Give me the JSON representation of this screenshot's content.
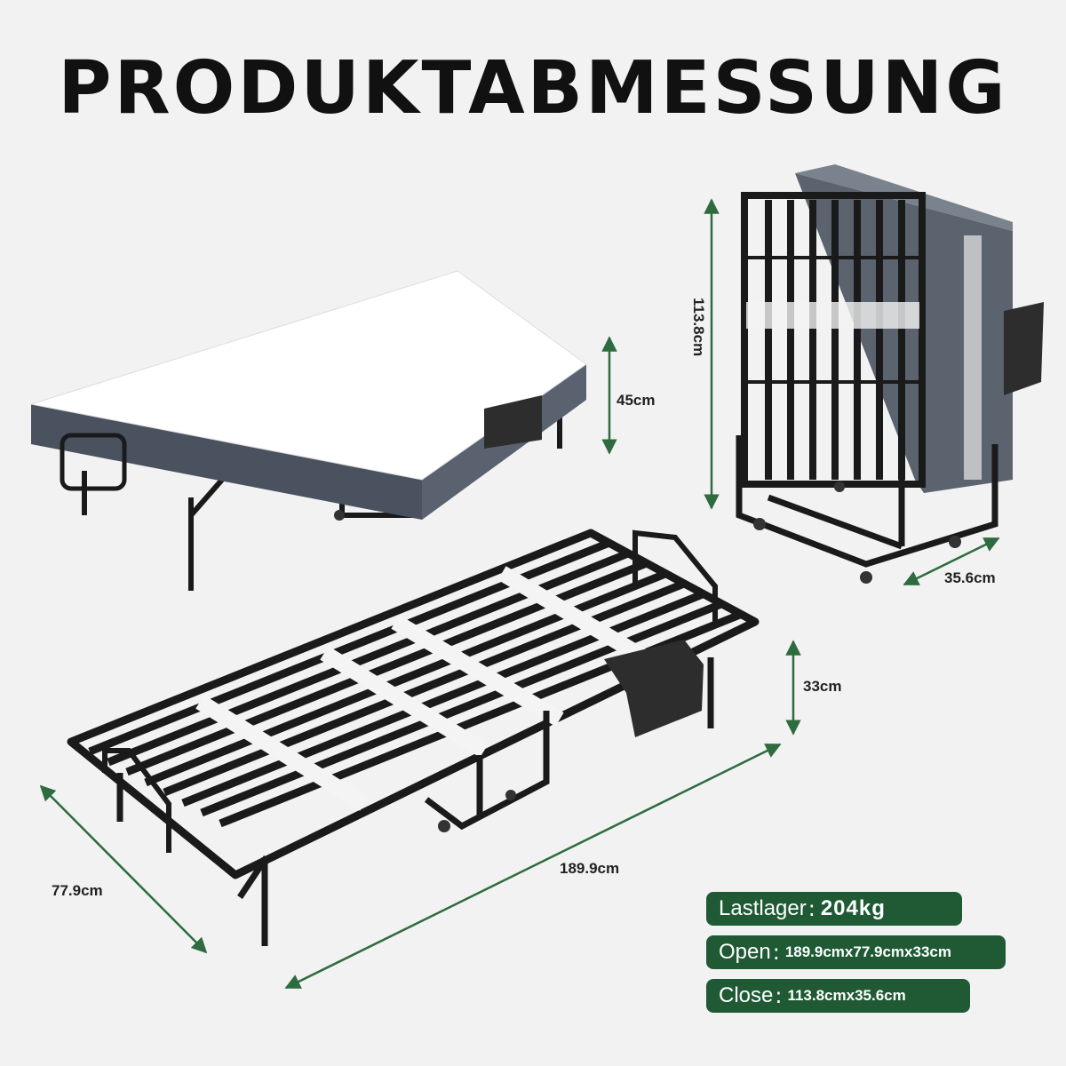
{
  "title": "PRODUKTABMESSUNG",
  "dimensions": {
    "mattress_height": "45cm",
    "folded_height": "113.8cm",
    "folded_depth": "35.6cm",
    "frame_height": "33cm",
    "frame_length": "189.9cm",
    "frame_width": "77.9cm"
  },
  "specs": {
    "load_label": "Lastlager",
    "load_value": "204kg",
    "open_label": "Open",
    "open_value": "189.9cmx77.9cmx33cm",
    "close_label": "Close",
    "close_value": "113.8cmx35.6cm",
    "separator": ":"
  },
  "colors": {
    "accent_green": "#1f5a35",
    "arrow_green": "#2e6b3f",
    "frame_black": "#1a1a1a",
    "mattress_grey": "#4a5260"
  }
}
